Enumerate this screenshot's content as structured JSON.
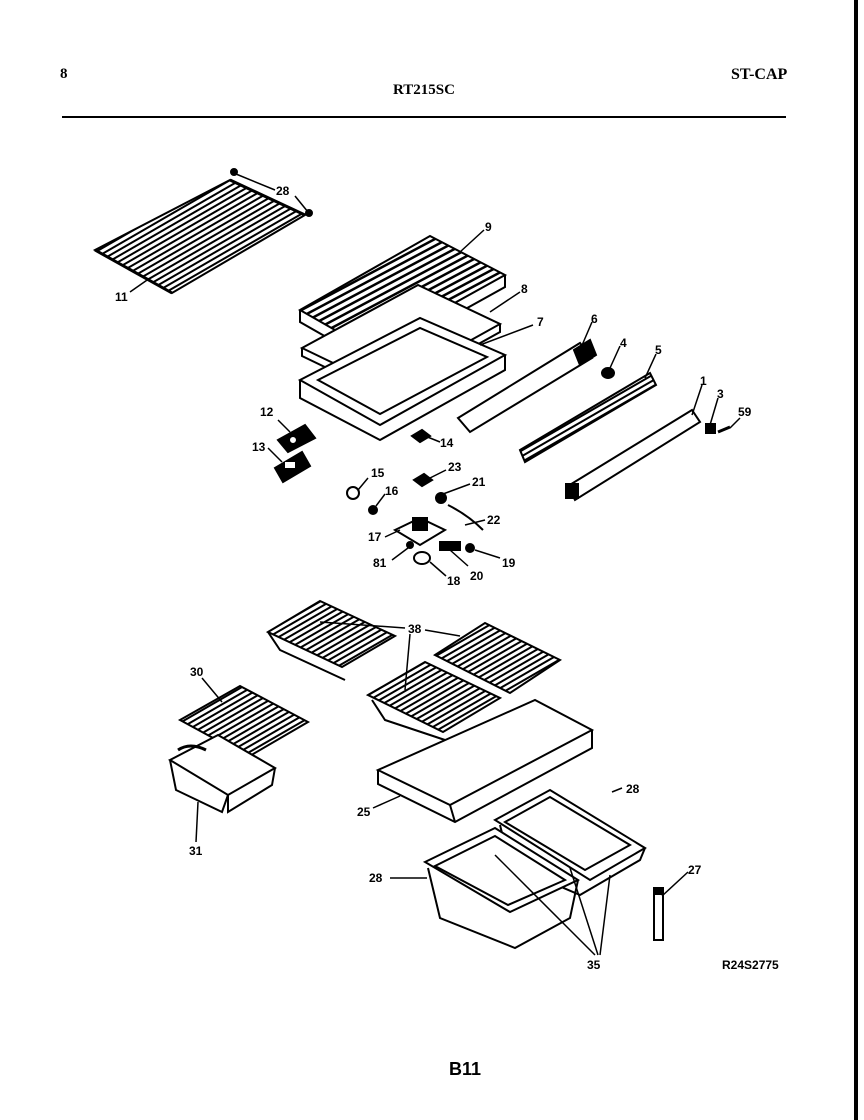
{
  "header": {
    "page_number": "8",
    "model": "RT215SC",
    "code": "ST-CAP"
  },
  "parts": {
    "p1": "1",
    "p3": "3",
    "p4": "4",
    "p5": "5",
    "p6": "6",
    "p7": "7",
    "p8": "8",
    "p9": "9",
    "p11": "11",
    "p12": "12",
    "p13": "13",
    "p14": "14",
    "p15": "15",
    "p16": "16",
    "p17": "17",
    "p18": "18",
    "p19": "19",
    "p20": "20",
    "p21": "21",
    "p22": "22",
    "p23": "23",
    "p25": "25",
    "p27": "27",
    "p28a": "28",
    "p28b": "28",
    "p28c": "28",
    "p30": "30",
    "p31": "31",
    "p35": "35",
    "p38": "38",
    "p59": "59",
    "p81": "81"
  },
  "footer": {
    "ref_code": "R24S2775",
    "plate": "B11"
  }
}
